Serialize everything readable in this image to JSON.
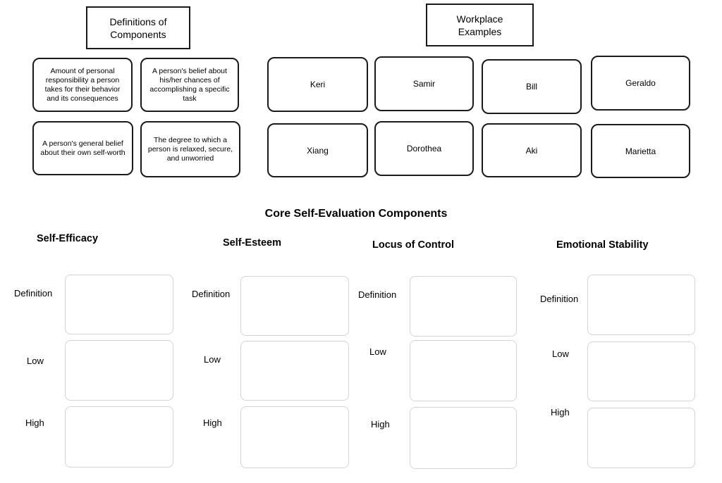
{
  "source_panel": {
    "definitions_header": "Definitions of Components",
    "examples_header": "Workplace Examples",
    "definition_cards": [
      {
        "id": "locus-of-control-definition",
        "text": "Amount of personal responsibility a person takes for their behavior and its consequences"
      },
      {
        "id": "self-efficacy-definition",
        "text": "A person's belief about his/her chances of accomplishing a specific task"
      },
      {
        "id": "self-esteem-definition",
        "text": "A person's general belief about their own self-worth"
      },
      {
        "id": "emotional-stability-definition",
        "text": "The degree to which a person is relaxed, secure, and unworried"
      }
    ],
    "example_cards": [
      {
        "name": "Keri"
      },
      {
        "name": "Samir"
      },
      {
        "name": "Bill"
      },
      {
        "name": "Geraldo"
      },
      {
        "name": "Xiang"
      },
      {
        "name": "Dorothea"
      },
      {
        "name": "Aki"
      },
      {
        "name": "Marietta"
      }
    ]
  },
  "target_panel": {
    "title": "Core Self-Evaluation Components",
    "columns": [
      {
        "header": "Self-Efficacy",
        "rows": [
          {
            "label": "Definition"
          },
          {
            "label": "Low"
          },
          {
            "label": "High"
          }
        ]
      },
      {
        "header": "Self-Esteem",
        "rows": [
          {
            "label": "Definition"
          },
          {
            "label": "Low"
          },
          {
            "label": "High"
          }
        ]
      },
      {
        "header": "Locus of Control",
        "rows": [
          {
            "label": "Definition"
          },
          {
            "label": "Low"
          },
          {
            "label": "High"
          }
        ]
      },
      {
        "header": "Emotional Stability",
        "rows": [
          {
            "label": "Definition"
          },
          {
            "label": "Low"
          },
          {
            "label": "High"
          }
        ]
      }
    ]
  },
  "colors": {
    "card_border": "#1a1a1a",
    "dropzone_border": "#d4d4d4",
    "background": "#ffffff",
    "text": "#000000"
  }
}
